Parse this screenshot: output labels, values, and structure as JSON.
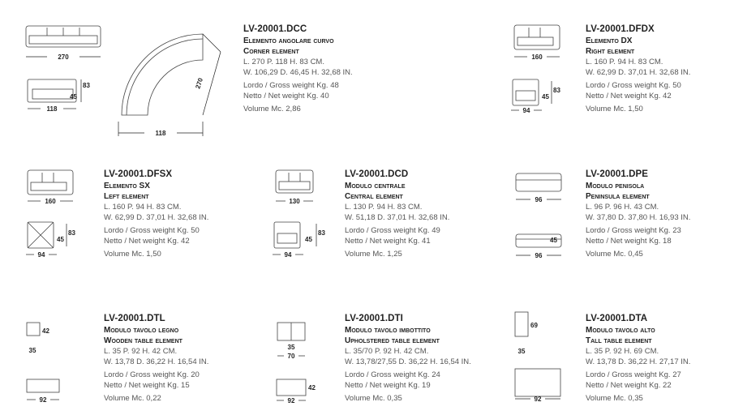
{
  "products": [
    {
      "code": "LV-20001.DCC",
      "name_it": "Elemento angolare curvo",
      "name_en": "Corner element",
      "dims_cm": "L. 270  P. 118   H. 83  CM.",
      "dims_in": "W. 106,29  D. 46,45   H. 32,68  IN.",
      "gross": "Lordo / Gross weight Kg. 48",
      "net": "Netto / Net weight Kg. 40",
      "volume": "Volume Mc. 2,86",
      "labels": {
        "front_w": "270",
        "side_h": "83",
        "seat_h": "45",
        "side_d": "118",
        "top_r": "270",
        "top_d": "118"
      }
    },
    {
      "code": "LV-20001.DFDX",
      "name_it": "Elemento DX",
      "name_en": "Right element",
      "dims_cm": "L. 160  P. 94   H. 83  CM.",
      "dims_in": "W. 62,99  D. 37,01   H. 32,68  IN.",
      "gross": "Lordo / Gross weight Kg. 50",
      "net": "Netto / Net weight Kg. 42",
      "volume": "Volume Mc. 1,50",
      "labels": {
        "front_w": "160",
        "side_h": "83",
        "seat_h": "45",
        "side_d": "94"
      }
    },
    {
      "code": "LV-20001.DFSX",
      "name_it": "Elemento SX",
      "name_en": "Left element",
      "dims_cm": "L. 160  P. 94   H. 83  CM.",
      "dims_in": "W. 62,99  D. 37,01   H. 32,68  IN.",
      "gross": "Lordo / Gross weight Kg. 50",
      "net": "Netto / Net weight Kg. 42",
      "volume": "Volume Mc. 1,50",
      "labels": {
        "front_w": "160",
        "side_h": "83",
        "seat_h": "45",
        "side_d": "94"
      }
    },
    {
      "code": "LV-20001.DCD",
      "name_it": "Modulo centrale",
      "name_en": "Central element",
      "dims_cm": "L. 130  P. 94   H. 83  CM.",
      "dims_in": "W. 51,18  D. 37,01   H. 32,68  IN.",
      "gross": "Lordo / Gross weight Kg. 49",
      "net": "Netto / Net weight Kg. 41",
      "volume": "Volume Mc. 1,25",
      "labels": {
        "front_w": "130",
        "side_h": "83",
        "seat_h": "45",
        "side_d": "94"
      }
    },
    {
      "code": "LV-20001.DPE",
      "name_it": "Modulo penisola",
      "name_en": "Peninsula element",
      "dims_cm": "L. 96  P. 96   H. 43  CM.",
      "dims_in": "W. 37,80  D. 37,80   H. 16,93  IN.",
      "gross": "Lordo / Gross weight Kg. 23",
      "net": "Netto / Net weight Kg. 18",
      "volume": "Volume Mc. 0,45",
      "labels": {
        "front_w": "96",
        "seat_h": "45",
        "side_d": "96"
      }
    },
    {
      "code": "LV-20001.DTL",
      "name_it": "Modulo tavolo legno",
      "name_en": "Wooden table element",
      "dims_cm": "L. 35  P. 92   H. 42  CM.",
      "dims_in": "W. 13,78  D. 36,22   H. 16,54  IN.",
      "gross": "Lordo / Gross weight Kg. 20",
      "net": "Netto / Net weight Kg. 15",
      "volume": "Volume Mc. 0,22",
      "labels": {
        "front_h": "42",
        "front_w": "35",
        "side_d": "92"
      }
    },
    {
      "code": "LV-20001.DTI",
      "name_it": "Modulo tavolo imbottito",
      "name_en": "Upholstered table element",
      "dims_cm": "L. 35/70  P. 92   H. 42  CM.",
      "dims_in": "W. 13,78/27,55  D. 36,22   H. 16,54  IN.",
      "gross": "Lordo / Gross weight Kg. 24",
      "net": "Netto / Net weight Kg. 19",
      "volume": "Volume Mc. 0,35",
      "labels": {
        "front_w_small": "35",
        "front_w": "70",
        "side_h": "42",
        "side_d": "92"
      }
    },
    {
      "code": "LV-20001.DTA",
      "name_it": "Modulo tavolo alto",
      "name_en": "Tall table element",
      "dims_cm": "L. 35  P. 92   H. 69  CM.",
      "dims_in": "W. 13,78  D. 36,22   H. 27,17  IN.",
      "gross": "Lordo / Gross weight Kg. 27",
      "net": "Netto / Net weight Kg. 22",
      "volume": "Volume Mc. 0,35",
      "labels": {
        "front_h": "69",
        "front_w": "35",
        "side_d": "92"
      }
    }
  ]
}
